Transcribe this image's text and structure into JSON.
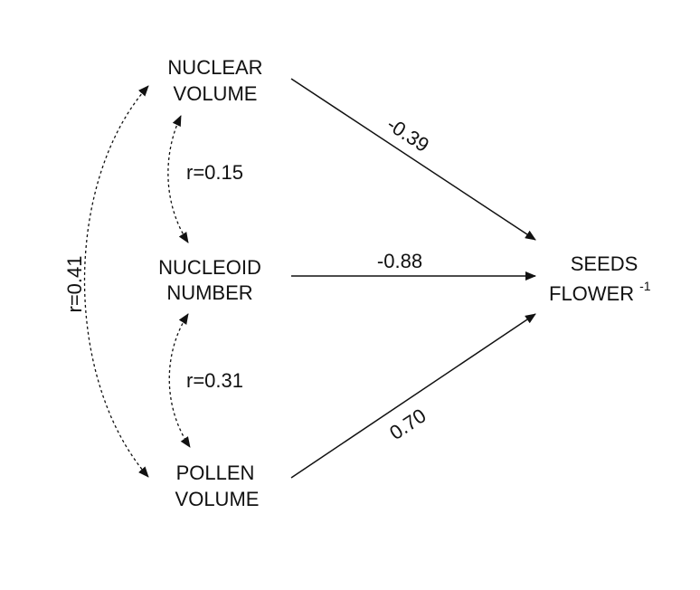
{
  "nodes": {
    "nuclear_volume": {
      "line1": "NUCLEAR",
      "line2": "VOLUME"
    },
    "nucleoid_number": {
      "line1": "NUCLEOID",
      "line2": "NUMBER"
    },
    "pollen_volume": {
      "line1": "POLLEN",
      "line2": "VOLUME"
    },
    "seeds_per_flower": {
      "line1": "SEEDS",
      "line2": "FLOWER",
      "superscript": "-1"
    }
  },
  "paths": [
    {
      "from": "nuclear_volume",
      "to": "seeds_per_flower",
      "coefficient": "-0.39"
    },
    {
      "from": "nucleoid_number",
      "to": "seeds_per_flower",
      "coefficient": "-0.88"
    },
    {
      "from": "pollen_volume",
      "to": "seeds_per_flower",
      "coefficient": "0.70"
    }
  ],
  "correlations": [
    {
      "between": [
        "nuclear_volume",
        "nucleoid_number"
      ],
      "label": "r=0.15"
    },
    {
      "between": [
        "nucleoid_number",
        "pollen_volume"
      ],
      "label": "r=0.31"
    },
    {
      "between": [
        "nuclear_volume",
        "pollen_volume"
      ],
      "label": "r=0.41"
    }
  ]
}
